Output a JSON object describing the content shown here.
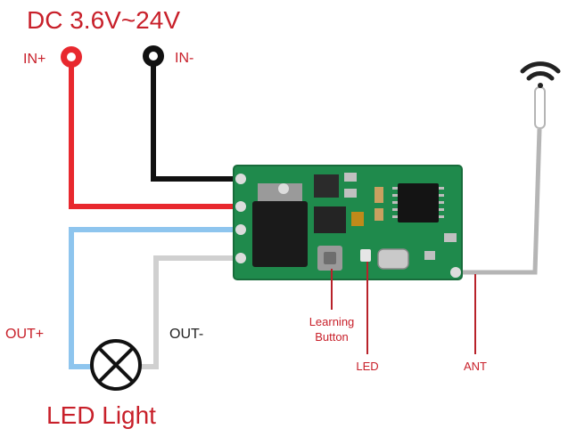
{
  "title": "DC 3.6V~24V",
  "labels": {
    "in_plus": "IN+",
    "in_minus": "IN-",
    "out_plus": "OUT+",
    "out_minus": "OUT-",
    "learning_button_line1": "Learning",
    "learning_button_line2": "Button",
    "led": "LED",
    "ant": "ANT",
    "load": "LED Light"
  },
  "colors": {
    "title_red": "#c8202a",
    "wire_red": "#e8282e",
    "wire_black": "#111111",
    "wire_blue": "#8ec5ee",
    "wire_white": "#d0d0d0",
    "pcb_green": "#1f8a4c",
    "antenna_grey": "#b5b5b5",
    "pointer_red": "#b8222a"
  },
  "icons": {
    "wifi": "wifi-signal-icon",
    "lamp": "lamp-icon"
  }
}
